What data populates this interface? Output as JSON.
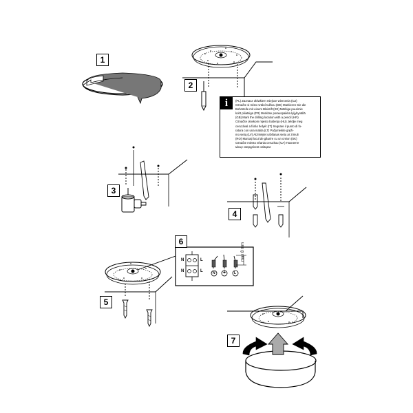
{
  "steps": [
    {
      "number": "1"
    },
    {
      "number": "2"
    },
    {
      "number": "3"
    },
    {
      "number": "4"
    },
    {
      "number": "5"
    },
    {
      "number": "6"
    },
    {
      "number": "7"
    }
  ],
  "info": {
    "icon_letter": "i",
    "text": "(PL) Zaznacz ołówkiem miejsce wiercenia  (CZ)\nOznačte si místo vrtání tužkou  (DE) Markieren Sie die\nBohrstelle mit einem Bleistift  (EE) Märkige puurimis\nkoht pliiatsiga  (FR) Merkitse porauspaikka lyijykynällä\n(GB) Mark the drilling location with a pencil  (HR)\nOznačite olovkom mjesto bušenja  (HU) Jelölje meg\nceruzával a fúrás helyét  (IT) Segnare il punto di fo-\nratura con una matita  (LT) Pažymėkite gręži-\nmo vietą  (LV) Atzīmējiet urbšanas vietu ar zīmuli\n(RO) Marcați locul de găurire cu un creion  (SK)\nOznačte miesto vŕtania ceruzkou  (UA) Позначте\nмісце свердління олівцем"
  },
  "wiring": {
    "terminal_labels": [
      "N",
      "L",
      "N",
      "L"
    ],
    "wire_symbols": [
      "N",
      "⏚",
      "L"
    ],
    "max_length": "max 8 mm"
  }
}
